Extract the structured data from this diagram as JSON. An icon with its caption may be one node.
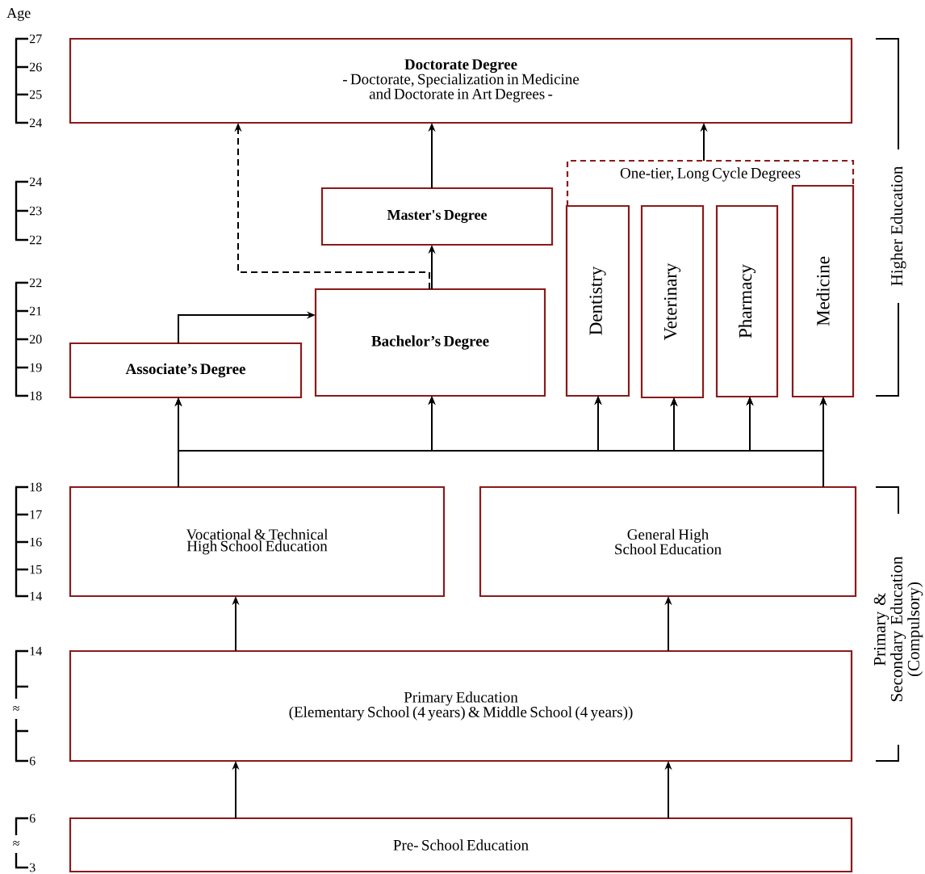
{
  "diagram": {
    "nodes": [
      {
        "text": [
          "Doctorate Degree",
          "- Doctorate, Specialization in Medicine and Doctorate in Art Degrees -"
        ]
      },
      {
        "text": [
          "Master's Degree"
        ]
      },
      {
        "text": [
          "One-tier, Long Cycle Degrees"
        ]
      },
      {
        "text": [
          "Bachelor’s Degree"
        ]
      },
      {
        "text": [
          "Dentistry"
        ]
      },
      {
        "text": [
          "Veterinary"
        ]
      },
      {
        "text": [
          "Pharmacy"
        ]
      },
      {
        "text": [
          "Medicine"
        ]
      },
      {
        "text": [
          "Associate’s Degree"
        ]
      },
      {
        "text": [
          "Vocational & Technical High School Education"
        ]
      },
      {
        "text": [
          "General High School Education"
        ]
      },
      {
        "text": [
          "Primary Education",
          "(Elementary School (4 years) & Middle School (4 years))"
        ]
      },
      {
        "text": [
          "Pre- School Education"
        ]
      }
    ],
    "edges": [
      {
        "from": 12,
        "to": 11,
        "arrow": "to"
      },
      {
        "from": 12,
        "to": 11,
        "arrow": "to"
      },
      {
        "from": 11,
        "to": 9,
        "arrow": "to"
      },
      {
        "from": 11,
        "to": 10,
        "arrow": "to"
      },
      {
        "from": 9,
        "to": 8,
        "arrow": "to"
      },
      {
        "from": 9,
        "to": 3,
        "arrow": "to"
      },
      {
        "from": 9,
        "to": 4,
        "arrow": "to"
      },
      {
        "from": 9,
        "to": 5,
        "arrow": "to"
      },
      {
        "from": 9,
        "to": 6,
        "arrow": "to"
      },
      {
        "from": 9,
        "to": 7,
        "arrow": "to"
      },
      {
        "from": 10,
        "to": 8,
        "arrow": "to"
      },
      {
        "from": 10,
        "to": 3,
        "arrow": "to"
      },
      {
        "from": 10,
        "to": 4,
        "arrow": "to"
      },
      {
        "from": 10,
        "to": 5,
        "arrow": "to"
      },
      {
        "from": 10,
        "to": 6,
        "arrow": "to"
      },
      {
        "from": 10,
        "to": 7,
        "arrow": "to"
      },
      {
        "from": 8,
        "to": 3,
        "arrow": "to"
      },
      {
        "from": 3,
        "to": 1,
        "arrow": "to"
      },
      {
        "from": 3,
        "to": 0,
        "arrow": "to",
        "style": "dashed"
      },
      {
        "from": 1,
        "to": 0,
        "arrow": "to"
      },
      {
        "from": 2,
        "to": 0,
        "arrow": "to"
      }
    ],
    "labels": [
      "Age",
      "27",
      "26",
      "25",
      "24",
      "24",
      "23",
      "22",
      "22",
      "21",
      "20",
      "19",
      "18",
      "18",
      "17",
      "16",
      "15",
      "14",
      "14",
      "≈",
      "6",
      "6",
      "≈",
      "3",
      "Higher Education",
      "Primary & Secondary Education (Compulsory)"
    ]
  }
}
